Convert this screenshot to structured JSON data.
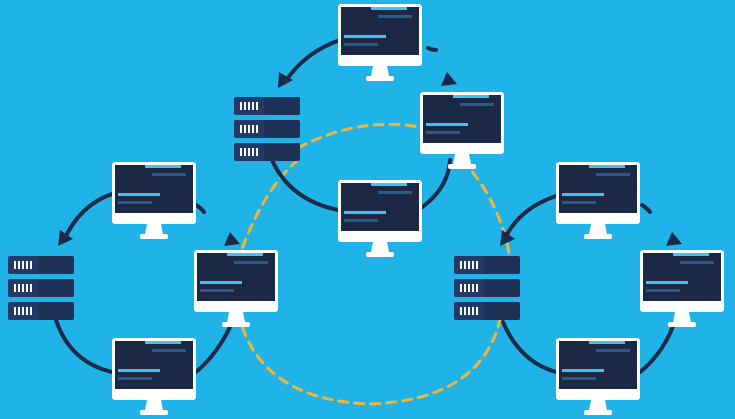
{
  "colors": {
    "background": "#1fb3e7",
    "dark_navy": "#1c2a4a",
    "screen": "#1b2947",
    "monitor_body": "#ffffff",
    "code_line_bright": "#3fc3f1",
    "code_line_dim": "#2c5b88",
    "connection_dash": "#f0b63c",
    "server_face": "#243a66",
    "server_vent": "#ffffff"
  },
  "icons": {
    "monitor": "monitor-icon",
    "server": "server-rack-icon",
    "arrow": "arrow-head-icon"
  },
  "clusters": [
    {
      "name": "top-cluster",
      "server": "server-rack-icon",
      "monitors": 3
    },
    {
      "name": "left-cluster",
      "server": "server-rack-icon",
      "monitors": 3
    },
    {
      "name": "right-cluster",
      "server": "server-rack-icon",
      "monitors": 3
    }
  ]
}
